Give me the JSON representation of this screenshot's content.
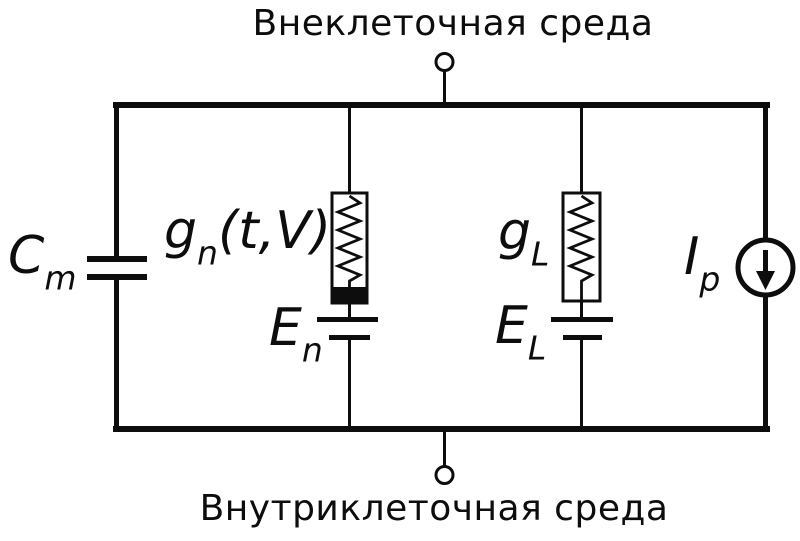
{
  "figure": {
    "background": "#ffffff",
    "ink_color": "#0d0d0d",
    "top_label": "Внеклеточная среда",
    "bottom_label": "Внутриклеточная среда",
    "components": {
      "membrane_capacitance": {
        "symbol": "C",
        "subscript": "m"
      },
      "gated_conductance": {
        "symbol": "g",
        "subscript": "n",
        "arguments": "(t,V)"
      },
      "gated_reversal_potential": {
        "symbol": "E",
        "subscript": "n"
      },
      "leak_conductance": {
        "symbol": "g",
        "subscript": "L"
      },
      "leak_reversal_potential": {
        "symbol": "E",
        "subscript": "L"
      },
      "injected_current": {
        "symbol": "I",
        "subscript": "p"
      }
    }
  }
}
